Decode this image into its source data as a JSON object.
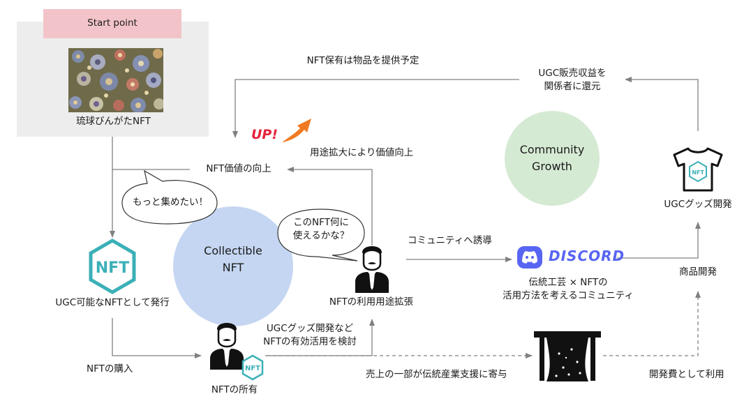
{
  "start": {
    "title": "Start point",
    "nft_label": "琉球びんがたNFT"
  },
  "circles": {
    "community": [
      "Community",
      "Growth"
    ],
    "collectible": [
      "Collectible",
      "NFT"
    ]
  },
  "labels": {
    "goods_plan": "NFT保有は物品を提供予定",
    "return_revenue": [
      "UGC販売収益を",
      "関係者に還元"
    ],
    "value_up": "NFT価値の向上",
    "usage_expand": "用途拡大により価値向上",
    "up_badge": "UP!",
    "speech_want": "もっと集めたい！",
    "speech_use": [
      "このNFT何に",
      "使えるかな？"
    ],
    "issue_nft": "UGC可能なNFTとして発行",
    "purchase": "NFTの購入",
    "own": "NFTの所有",
    "use_expand": "NFTの利用用途拡張",
    "effective_use": [
      "UGCグッズ開発など",
      "NFTの有効活用を検討"
    ],
    "induce": "コミュニティへ誘導",
    "discord": "DISCORD",
    "craft_comm": [
      "伝統工芸 × NFTの",
      "活用方法を考えるコミュニティ"
    ],
    "product_dev": "商品開発",
    "goods_dev": "UGCグッズ開発",
    "donate": "売上の一部が伝統産業支援に寄与",
    "dev_cost": "開発費として利用"
  },
  "colors": {
    "start_fill": "#f2c4c9",
    "start_box": "#ededed",
    "community_circle": "#d5ead3",
    "collectible_circle": "#c5d6f2",
    "nft_teal": "#3bb0b7",
    "discord": "#5865f2",
    "up_red": "#e5233c",
    "up_arrow": "#f07a22",
    "line": "#808080"
  }
}
